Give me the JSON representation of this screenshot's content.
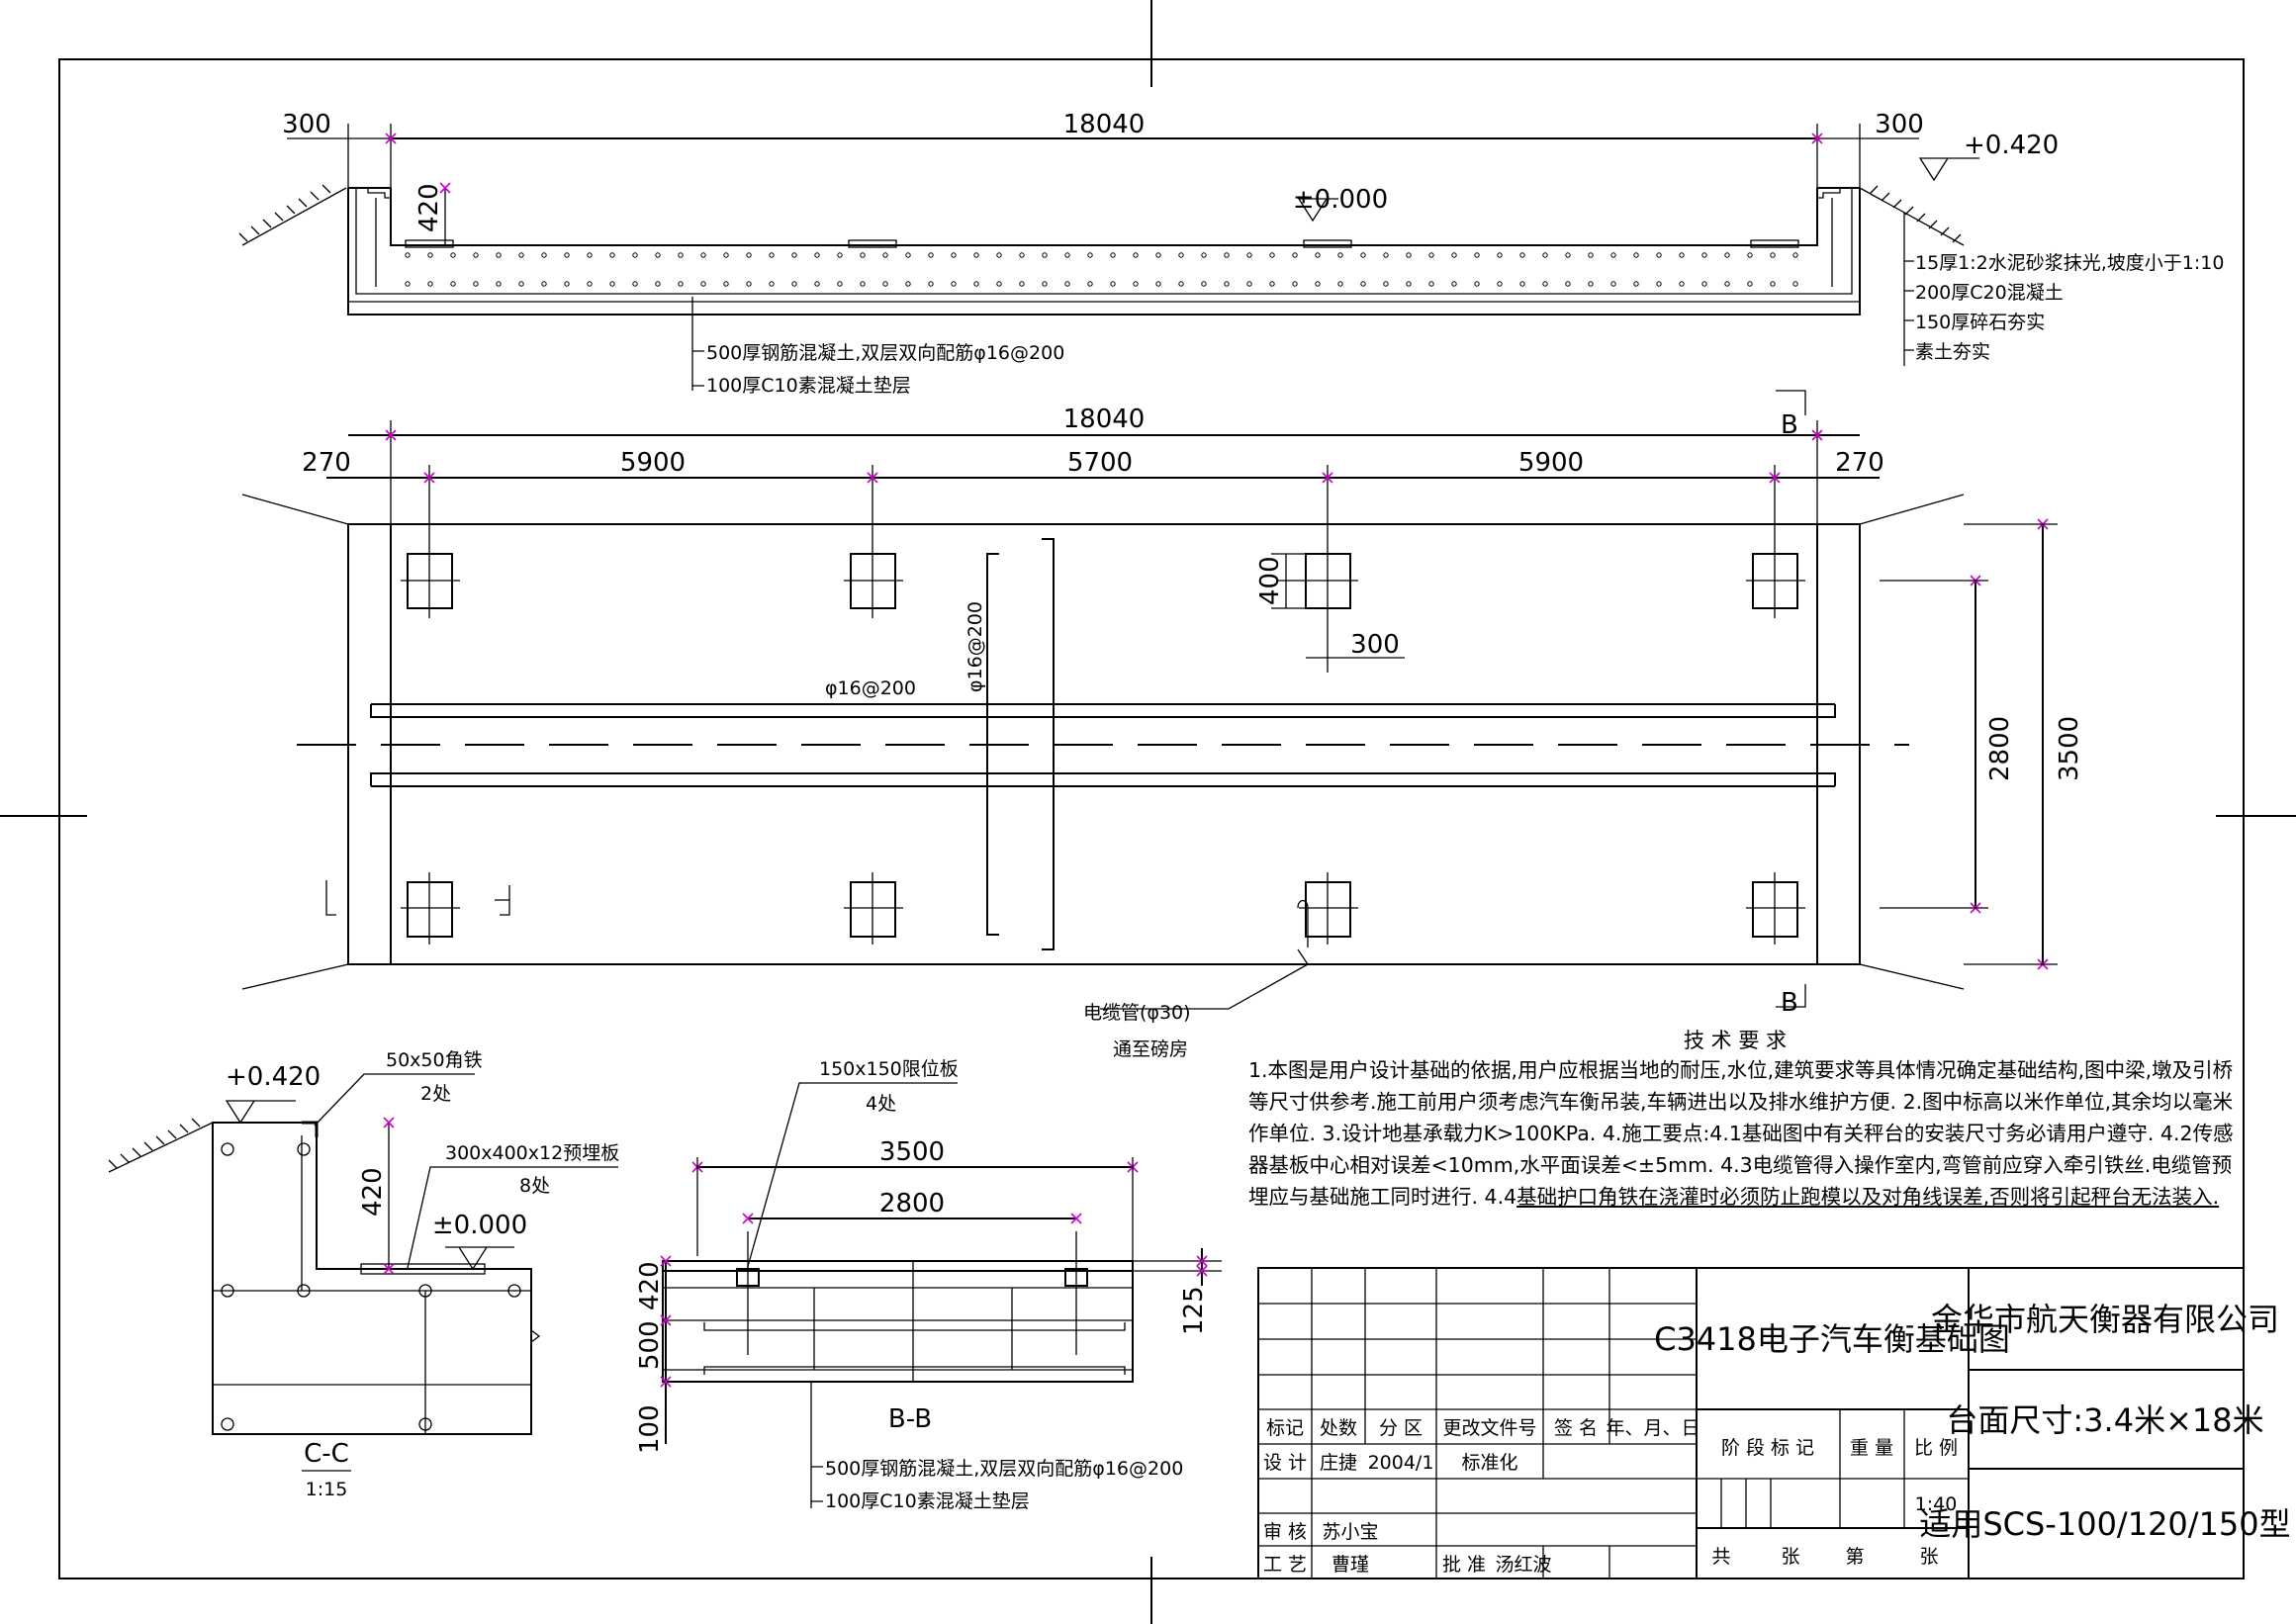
{
  "top_section": {
    "dim_total": "18040",
    "dim_left": "300",
    "dim_right": "300",
    "elev_top": "+0.420",
    "elev_zero": "±0.000",
    "dim_420": "420",
    "layers": [
      "15厚1:2水泥砂浆抹光,坡度小于1:10",
      "200厚C20混凝土",
      "150厚碎石夯实",
      "素土夯实"
    ],
    "slab_note_1": "500厚钢筋混凝土,双层双向配筋φ16@200",
    "slab_note_2": "100厚C10素混凝土垫层"
  },
  "plan_section": {
    "dim_total": "18040",
    "dim_left": "270",
    "dim_right": "270",
    "spans": [
      "5900",
      "5700",
      "5900"
    ],
    "dim_400": "400",
    "dim_300": "300",
    "rebar_h": "φ16@200",
    "rebar_v": "φ16@200",
    "dim_2800": "2800",
    "dim_3500": "3500",
    "section_b": "B",
    "cable_note_1": "电缆管(φ30)",
    "cable_note_2": "通至磅房"
  },
  "section_cc": {
    "elev_top": "+0.420",
    "angle_iron": "50x50角铁",
    "angle_qty": "2处",
    "embed_plate": "300x400x12预埋板",
    "embed_qty": "8处",
    "dim_420": "420",
    "elev_zero": "±0.000",
    "title": "C-C",
    "scale": "1:15"
  },
  "section_bb": {
    "limit_plate": "150x150限位板",
    "limit_qty": "4处",
    "dim_3500": "3500",
    "dim_2800": "2800",
    "dim_420": "420",
    "dim_500": "500",
    "dim_100": "100",
    "dim_125": "125",
    "title": "B-B",
    "slab_note_1": "500厚钢筋混凝土,双层双向配筋φ16@200",
    "slab_note_2": "100厚C10素混凝土垫层"
  },
  "tech": {
    "title": "技 术 要 求",
    "text_1": "1.本图是用户设计基础的依据,用户应根据当地的耐压,水位,建筑要求等具体情况确定基础结构,图中梁,墩及引桥等尺寸供参考.施工前用户须考虑汽车衡吊装,车辆进出以及排水维护方便. 2.图中标高以米作单位,其余均以毫米作单位. 3.设计地基承载力K>100KPa. 4.施工要点:4.1基础图中有关秤台的安装尺寸务必请用户遵守. 4.2传感器基板中心相对误差<10mm,水平面误差<±5mm. 4.3电缆管得入操作室内,弯管前应穿入牵引铁丝.电缆管预埋应与基础施工同时进行. 4.4",
    "text_2": "基础护口角铁在浇灌时必须防止跑模以及对角线误差,否则将引起秤台无法装入."
  },
  "title_block": {
    "drawing_name": "C3418电子汽车衡基础图",
    "company": "金华市航天衡器有限公司",
    "platform": "台面尺寸:3.4米×18米",
    "models": "适用SCS-100/120/150型",
    "headers": [
      "标记",
      "处数",
      "分 区",
      "更改文件号",
      "签 名",
      "年、月、日"
    ],
    "design_label": "设 计",
    "design_name": "庄捷",
    "design_date": "2004/1",
    "standard_label": "标准化",
    "review_label": "审 核",
    "review_name": "苏小宝",
    "process_label": "工 艺",
    "process_name": "曹瑾",
    "approve_label": "批 准",
    "approve_name": "汤红波",
    "stage_label": "阶 段 标 记",
    "weight_label": "重 量",
    "scale_label": "比 例",
    "scale_value": "1:40",
    "sheets": [
      "共",
      "张",
      "第",
      "张"
    ]
  }
}
